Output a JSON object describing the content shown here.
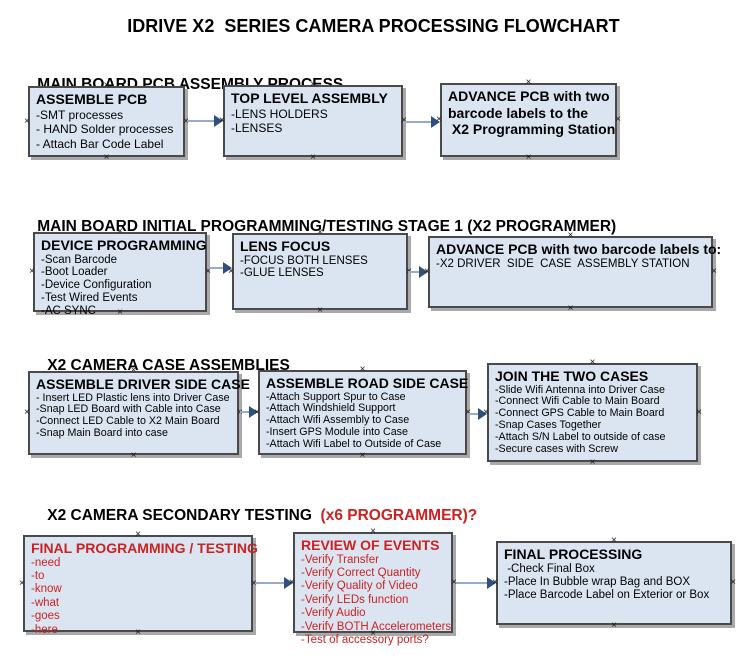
{
  "page": {
    "title": "IDRIVE X2  SERIES CAMERA PROCESSING FLOWCHART"
  },
  "colors": {
    "box_fill": "#dbe5f1",
    "box_border": "#4a4a4a",
    "box_shadow": "#a9a9a9",
    "arrow_line": "#96abc7",
    "arrow_head": "#2f4f7d",
    "alert_red": "#cc2222"
  },
  "decorations": {
    "handle_glyph": "×"
  },
  "sections": [
    {
      "heading": "MAIN BOARD PCB ASSEMBLY PROCESS",
      "heading_suffix": "",
      "boxes": [
        {
          "title": "ASSEMBLE PCB",
          "items": [
            "-SMT processes",
            "- HAND Solder processes",
            "- Attach Bar Code Label"
          ]
        },
        {
          "title": "TOP LEVEL ASSEMBLY",
          "items": [
            "-LENS HOLDERS",
            "-LENSES"
          ]
        },
        {
          "title": "ADVANCE PCB with two\nbarcode labels to the\n X2 Programming Station",
          "items": []
        }
      ]
    },
    {
      "heading": "MAIN BOARD INITIAL PROGRAMMING/TESTING STAGE 1 (X2 PROGRAMMER)",
      "heading_suffix": "",
      "boxes": [
        {
          "title": "DEVICE PROGRAMMING",
          "items": [
            "-Scan Barcode",
            "-Boot Loader",
            "-Device Configuration",
            "-Test Wired Events",
            "-AC SYNC"
          ]
        },
        {
          "title": "LENS FOCUS",
          "items": [
            "-FOCUS BOTH LENSES",
            "-GLUE LENSES"
          ]
        },
        {
          "title": "ADVANCE PCB with two barcode labels to:",
          "items": [
            "-X2 DRIVER  SIDE  CASE  ASSEMBLY STATION"
          ]
        }
      ]
    },
    {
      "heading": "X2 CAMERA CASE ASSEMBLIES",
      "heading_suffix": "",
      "boxes": [
        {
          "title": "ASSEMBLE DRIVER SIDE CASE",
          "items": [
            "- Insert LED Plastic lens into Driver Case",
            "-Snap LED Board with Cable into Case",
            "-Connect LED Cable to X2 Main Board",
            "-Snap Main Board into case"
          ]
        },
        {
          "title": "ASSEMBLE ROAD SIDE CASE",
          "items": [
            "-Attach Support Spur to Case",
            "-Attach Windshield Support",
            "-Attach Wifi Assembly to Case",
            "-Insert GPS Module into Case",
            "-Attach Wifi Label to Outside of Case"
          ]
        },
        {
          "title": "JOIN THE TWO CASES",
          "items": [
            "-Slide Wifi Antenna into Driver Case",
            "-Connect Wifi Cable to Main Board",
            "-Connect GPS Cable to Main Board",
            "-Snap Cases Together",
            "-Attach S/N Label to outside of case",
            "-Secure cases with Screw"
          ]
        }
      ]
    },
    {
      "heading": "X2 CAMERA SECONDARY TESTING  ",
      "heading_suffix": "(x6 PROGRAMMER)?",
      "boxes": [
        {
          "title": "FINAL PROGRAMMING / TESTING",
          "items": [
            "-need",
            "-to",
            "-know",
            "-what",
            "-goes",
            "-here"
          ]
        },
        {
          "title": "REVIEW OF EVENTS",
          "items": [
            "-Verify Transfer",
            "-Verify Correct Quantity",
            "-Verify Quality of Video",
            "-Verify LEDs function",
            "-Verify Audio",
            "-Verify BOTH Accelerometers",
            "-Test of accessory ports?"
          ]
        },
        {
          "title": "FINAL PROCESSING",
          "items": [
            " -Check Final Box",
            "-Place In Bubble wrap Bag and BOX",
            "-Place Barcode Label on Exterior or Box"
          ]
        }
      ]
    }
  ]
}
